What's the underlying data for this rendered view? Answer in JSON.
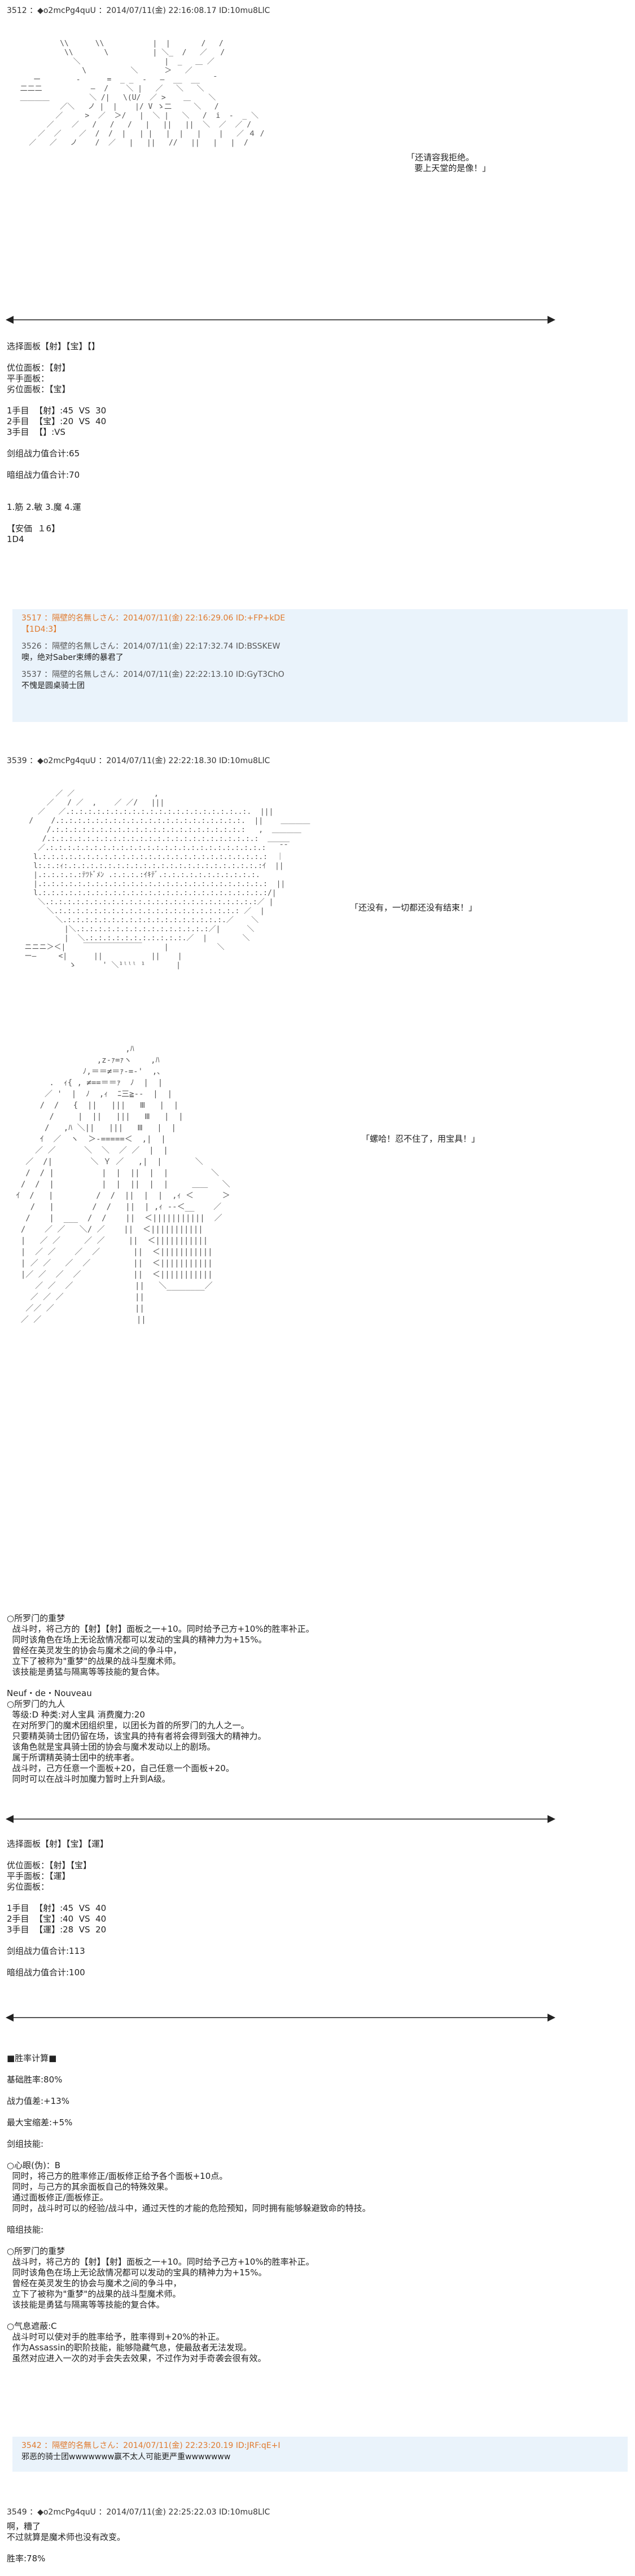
{
  "post1": {
    "header": "3512 ：◆o2mcPg4quU ：2014/07/11(金) 22:16:08.17 ID:10mu8LlC",
    "aa": "           \\\\      \\\\           |  |       /   /\n            \\\\       \\          | ＼_  /   ／   /\n              ＼                   |  _   ＿ ／\n                \\          ＼      ＞   ／\n     ー        -      =  _ _  ‐   ―  __  __   ̄\n  二二二           ―  /    ＼ |   ／   ＼   ＼\n  ＿＿＿＿         ＼ /|   \\(U/  ／ >    ＿    ＼\n           ／＼   ノ |  |    |/ V ゝ二     ＼   /\n          ／     >  ／  ＞/   |  ＼ |   ＼   /  i  ‐  _ ＼\n        ／    ／   /   /   /   |   ||   ||  ＼  ／  ／ /\n      ／  ／    ／  /  /  |   | |   |  |   |    |   ／ ４ /\n    ／   ／   ノ    /  ／   |   ||   //   ||   |   |  /",
    "speech": "「还请容我拒绝。\n   要上天堂的是像！」"
  },
  "post1_block": [
    "选择面板【射】【宝】【】",
    "",
    "优位面板：【射】",
    "平手面板：",
    "劣位面板：【宝】",
    "",
    "1手目  【射】:45  VS  30",
    "2手目  【宝】:20  VS  40",
    "3手目  【】:VS",
    "",
    "剑组战力值合计:65",
    "",
    "暗组战力值合计:70",
    "",
    "",
    "1.筋 2.敏 3.魔 4.運",
    "",
    "【安価  １6】",
    "1D4"
  ],
  "quote1": {
    "l1h": "3517 ：隔壁的名無しさん：2014/07/11(金) 22:16:29.06 ID:+FP+kDE",
    "l1v": "【1D4:3】",
    "l2h": "3526 ：隔壁的名無しさん：2014/07/11(金) 22:17:32.74 ID:BSSKEW",
    "l2v": "噢，绝对Saber束缚的暴君了",
    "l3h": "3537 ：隔壁的名無しさん：2014/07/11(金) 22:22:13.10 ID:GyT3ChO",
    "l3v": "不愧是圆桌骑士团"
  },
  "post2": {
    "header": "3539 ：◆o2mcPg4quU ：2014/07/11(金) 22:22:18.30 ID:10mu8LlC",
    "aa1": "          ／ ／                  ,\n        ／   / ／  ,    ／ ／/   |||\n      ／   ／.:.:.:.:.:.:.:.:.:.:.:.:.:.:.:.:.:.:.:..:.  |||\n    /    /.:.:.:.:.:.:.:.:.:.:.:.:.:.:.:.:.:.:.:.:.:.  ||    ＿＿＿＿\n        /.:.:.:.:.:.:.:.:.:.:.:.:.:.:.:.:.:.:.:.:.:.:   ,  ＿＿＿＿\n       /.:.:.:.:.:.:.:.:.:.:.:.:.:.:.:.:.:.:.:.:.:.:.:.:  ＿＿＿\n      ／.:.:.:.:.:.:.:.:.:.:.:.:.:.:.:.:.:.:.:.:.:.:.:.:.:   ̄ ̄\n     l.:.:.:.:.:.:.:.:.:.:.:.:.:.:.:.:.:.:.:.:.:.:.:.:.:.:  ｜\n     l:.:.:ｨ:.:.:.:.:.:.:.:.:.:.:.:.:.:.:.:.:.:.:.:.:.:.:ｲ  ||\n     |.:.:.:.:.:ﾃﾂﾄﾞﾒﾝ .:.:.:.:ｲｷﾃﾞ.:.:.:.:.:.:.:.:.:.:.:.\n     |.:.:.:.:.:.:.:.:.:.:.:.:.:.:.:.:.:.:.:.:.:.:.:.:.:.:  ||\n     l.:.:.:.:.:.:.:.:.:.:.:.:.:.:.:.:.:.:.:.:.:.:.:.:.:.:/|\n      ＼.:.:.:.:.:.:.:.:.:.:.:.:.:.:.:.:.:.:.:.:.:.:.:.:／ |\n        ＼.:.:.:.:.:.:.:.:.:.:.:.:.:.:.:.:.:.:.:.:.: ／  |\n          ＼.:.:.:.:.:.:.:.:.:.:.:.:.:.:.:.:.:.:.／    ＼\n            |＼.:.:.:.:.:.:.:.:.:.:.:.:.:.:.:／|      ＼\n            |  ＼.:.:.:.:.:.:.:.:.:.:.:.／  |        ＼\n   ニニニ＞＜|    ￣￣￣￣￣￣￣￣     |           ＼\n   ー―     <|      ||           ||    |\n             ゝ      ' ＼¹ˡˡˡ ¹       |",
    "speech1": "「还没有，一切都还没有结束！」",
    "aa2": "                        ,ﾊ\n                  ,z‐ｧ=ｧヽ    ,ﾊ\n               ﾉ,＝＝≠＝ｧ-=‐'  ,､\n        .  ｨ{ , ≠==＝＝ｧ  ﾉ  |  |\n       ／ '  |  ﾉ  ,ｨ  ﾆ三≧‐-  |  |\n      /  /   {  ||   |||   Ⅲ   |  |\n        /     |  ||   |||   Ⅲ   |  |\n       /   ,ﾊ ＼||   |||   Ⅲ   |  |\n      ｲ  ／  ヽ  ＞-=====＜  ,|  |\n     ／ ／      ＼  ＼  ／ ／  |  |\n   ／  /|        ＼ Ｙ ／   ,|  |       ＼\n   /  / |          |  |  ||  |  |         ＼\n  /  /  |          |  |  ||  |  |     ＿＿   ＼\n ｲ  /   |         /  /  ||  |  |  ,ｨ ＜      ＞\n    /   |        /  /   ||  | ,ｨ ‐-＜__    ／\n   /    |  ___  /  /    ||  ＜|||||||||||  ／\n  /    ／ ／   ＼/ ／    ||  ＜|||||||||||\n  |   ／ ／     ／ ／     ||  ＜|||||||||||\n  |  ／ ／    ／  ／       ||  ＜|||||||||||\n  | ／ ／   ／  ／         ||  ＜|||||||||||\n  |／ ／  ／  ／           ||  ＜|||||||||||\n     ／ ／  ／             ||   ＼________／\n    ／ ／ ／               ||\n   ／／ ／                 ||\n  ／ ／                    ||",
    "speech2": "「螺哈！忍不住了，用宝具！」"
  },
  "post2_block": [
    "○所罗门的重梦",
    "  战斗时，将己方的【射】【射】面板之一+10。同时给予己方+10%的胜率补正。",
    "  同时该角色在场上无论敌情况都可以发动的宝具的精神力为+15%。",
    "  曾经在英灵发生的协会与魔术之间的争斗中，",
    "  立下了被称为\"重梦\"的战果的战斗型魔术师。",
    "  该技能是勇猛与隔离等等技能的复合体。",
    "",
    "Neuf・de・Nouveau",
    "○所罗门的九人",
    "  等级:D 种类:对人宝具 消费魔力:20",
    "  在对所罗门的魔术团组织里，以团长为首的所罗门的九人之一。",
    "  只要精英骑士团仍留在场，该宝具的持有者将会得到强大的精神力。",
    "  该角色就是宝具骑士团的协会与魔术发动以上的剧场。",
    "  属于所谓精英骑士团中的统率者。",
    "  战斗时，己方任意一个面板+20，自己任意一个面板+20。",
    "  同时可以在战斗时加魔力暂时上升到A级。"
  ],
  "post2_block2": [
    "选择面板【射】【宝】【運】",
    "",
    "优位面板：【射】【宝】",
    "平手面板：【運】",
    "劣位面板：",
    "",
    "1手目  【射】:45  VS  40",
    "2手目  【宝】:40  VS  40",
    "3手目  【運】:28  VS  20",
    "",
    "剑组战力值合计:113",
    "",
    "暗组战力值合计:100"
  ],
  "post2_block3": [
    "■胜率计算■",
    "",
    "基础胜率:80%",
    "",
    "战力值差:+13%",
    "",
    "最大宝缩差:+5%",
    "",
    "剑组技能:",
    "",
    "○心眼(伪)：B",
    "  同时，将己方的胜率修正/面板修正给予各个面板+10点。",
    "  同时，与己方的其余面板自己的特殊效果。",
    "  通过面板修正/面板修正。",
    "  同时，战斗时可以的经验/战斗中，通过天性的才能的危险预知，同时拥有能够躲避致命的特技。",
    "",
    "暗组技能:",
    "",
    "○所罗门的重梦",
    "  战斗时，将己方的【射】【射】面板之一+10。同时给予己方+10%的胜率补正。",
    "  同时该角色在场上无论敌情况都可以发动的宝具的精神力为+15%。",
    "  曾经在英灵发生的协会与魔术之间的争斗中，",
    "  立下了被称为\"重梦\"的战果的战斗型魔术师。",
    "  该技能是勇猛与隔离等等技能的复合体。",
    "",
    "○气息遮蔽:C",
    "  战斗时可以使对手的胜率给予，胜率得到+20%的补正。",
    "  作为Assassin的职阶技能，能够隐藏气息，使最敌者无法发现。",
    "  虽然对应进入一次的对手会失去效果，不过作为对手奇袭会很有效。"
  ],
  "quote2": {
    "l1h": "3542 ：隔壁的名無しさん：2014/07/11(金) 22:23:20.19 ID:JRF:qE+I",
    "l1v": "邪恶的骑士团wwwwwww赢不太人可能更严重wwwwwww"
  },
  "post3": {
    "header": "3549 ：◆o2mcPg4quU ：2014/07/11(金) 22:25:22.03 ID:10mu8LlC",
    "lines": [
      "啊，糟了",
      "不过就算是魔术师也没有改变。",
      "",
      "胜率:78%"
    ]
  }
}
